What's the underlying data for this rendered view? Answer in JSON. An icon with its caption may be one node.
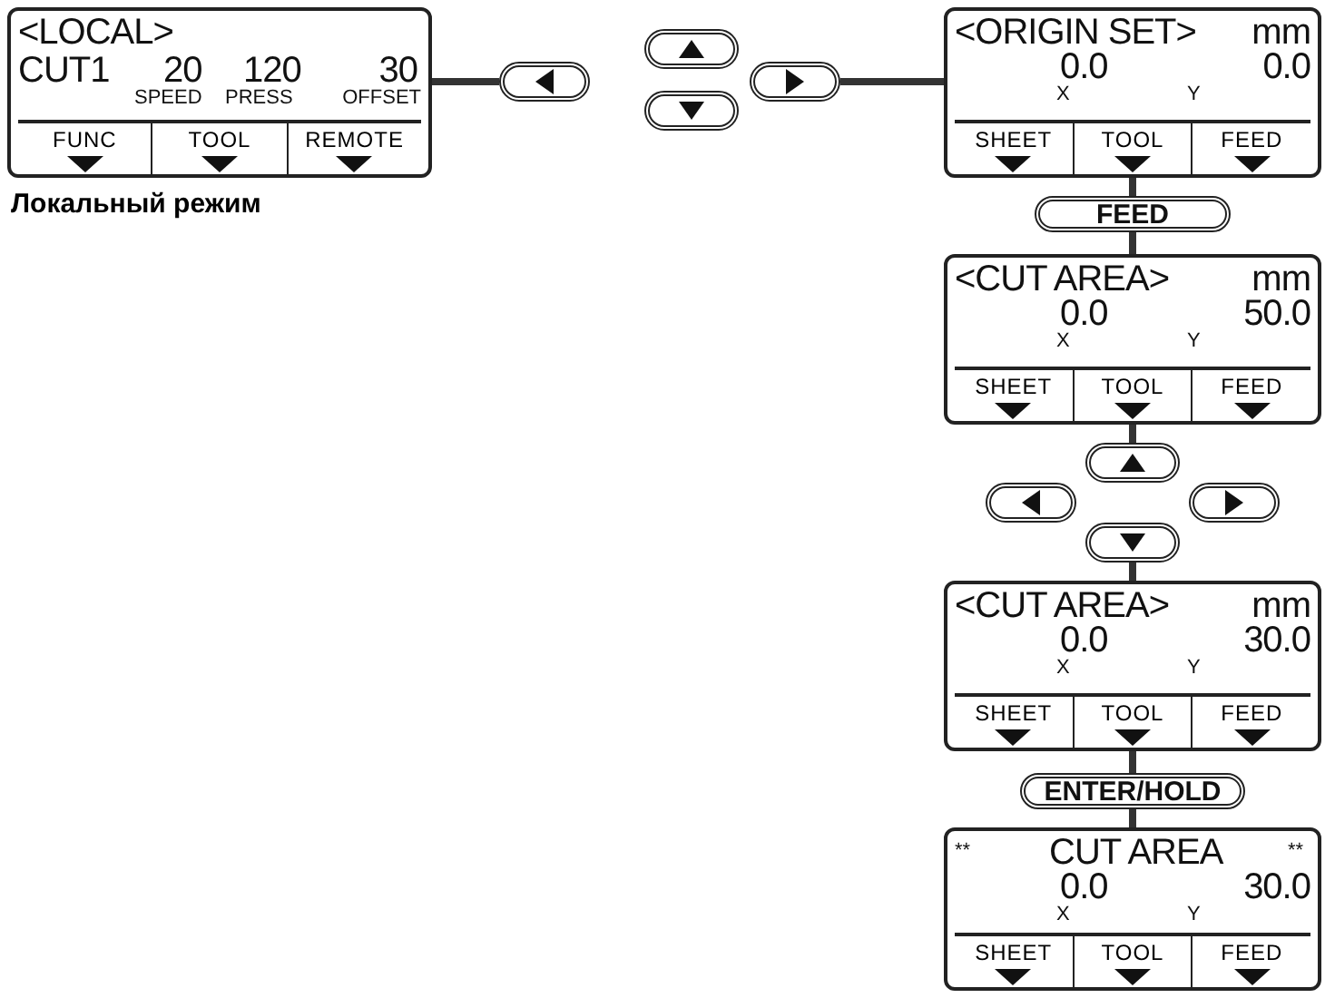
{
  "diagram": {
    "nodes": [
      {
        "text": [
          "<LOCAL>",
          "CUT1",
          "20",
          "SPEED",
          "120",
          "PRESS",
          "30",
          "OFFSET",
          "FUNC",
          "TOOL",
          "REMOTE"
        ],
        "beside": [
          "Локальный режим"
        ]
      },
      {
        "text": [],
        "shape": "button"
      },
      {
        "text": [],
        "shape": "button"
      },
      {
        "text": [],
        "shape": "button"
      },
      {
        "text": [],
        "shape": "button"
      },
      {
        "text": [
          "<ORIGIN SET>",
          "mm",
          "0.0",
          "0.0",
          "X",
          "Y",
          "SHEET",
          "TOOL",
          "FEED"
        ]
      },
      {
        "text": [
          "FEED"
        ]
      },
      {
        "text": [
          "<CUT AREA>",
          "mm",
          "0.0",
          "50.0",
          "X",
          "Y",
          "SHEET",
          "TOOL",
          "FEED"
        ]
      },
      {
        "text": [],
        "shape": "button"
      },
      {
        "text": [],
        "shape": "button"
      },
      {
        "text": [],
        "shape": "button"
      },
      {
        "text": [],
        "shape": "button"
      },
      {
        "text": [
          "<CUT AREA>",
          "mm",
          "0.0",
          "30.0",
          "X",
          "Y",
          "SHEET",
          "TOOL",
          "FEED"
        ]
      },
      {
        "text": [
          "ENTER/HOLD"
        ]
      },
      {
        "text": [
          "**",
          "CUT AREA",
          "**",
          "0.0",
          "30.0",
          "X",
          "Y",
          "SHEET",
          "TOOL",
          "FEED"
        ]
      }
    ],
    "edges": [
      {
        "from": 0,
        "to": 1,
        "arrow": "none"
      },
      {
        "from": 4,
        "to": 5,
        "arrow": "none"
      },
      {
        "from": 5,
        "to": 6,
        "arrow": "none"
      },
      {
        "from": 6,
        "to": 7,
        "arrow": "none"
      },
      {
        "from": 7,
        "to": 9,
        "arrow": "none"
      },
      {
        "from": 10,
        "to": 12,
        "arrow": "none"
      },
      {
        "from": 12,
        "to": 13,
        "arrow": "none"
      },
      {
        "from": 13,
        "to": 14,
        "arrow": "none"
      }
    ]
  }
}
